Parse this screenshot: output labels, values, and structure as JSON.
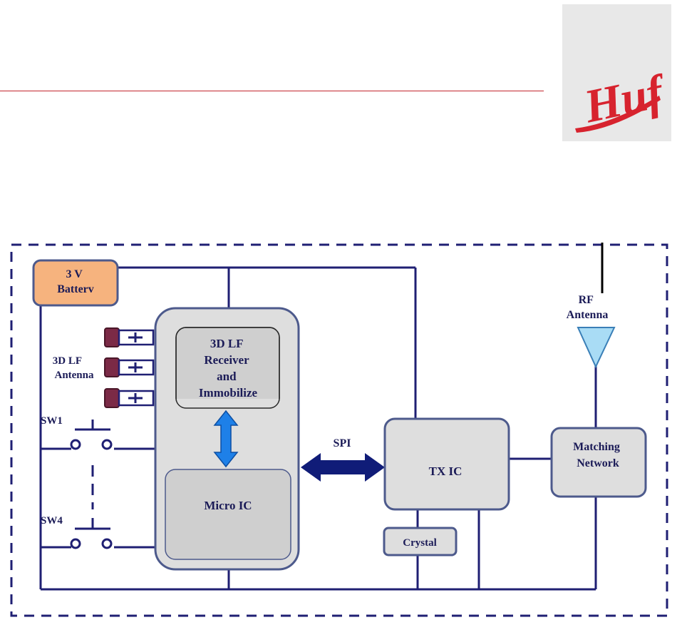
{
  "logo": {
    "text": "Huf",
    "icon": "huf-logo",
    "brand_color": "#d7232e"
  },
  "blocks": {
    "battery": [
      "3 V",
      "Batterv"
    ],
    "lf_antenna": [
      "3D LF",
      "Antenna"
    ],
    "lf_receiver": [
      "3D LF",
      "Receiver",
      "and",
      "Immobilize"
    ],
    "micro_ic": "Micro IC",
    "spi": "SPI",
    "tx_ic": "TX IC",
    "crystal": "Crystal",
    "matching_network": [
      "Matching",
      "Network"
    ],
    "rf_antenna": [
      "RF",
      "Antenna"
    ],
    "sw1": "SW1",
    "sw4": "SW4"
  },
  "colors": {
    "line": "#1f1f73",
    "box_fill": "#dedede",
    "box_stroke": "#4d5a8c",
    "battery_fill": "#f6b37e",
    "antenna_fill": "#a9dcf5",
    "coil_fill": "#7b2a46",
    "bidir_arrow": "#1e80e8",
    "spi_arrow": "#101c78"
  }
}
